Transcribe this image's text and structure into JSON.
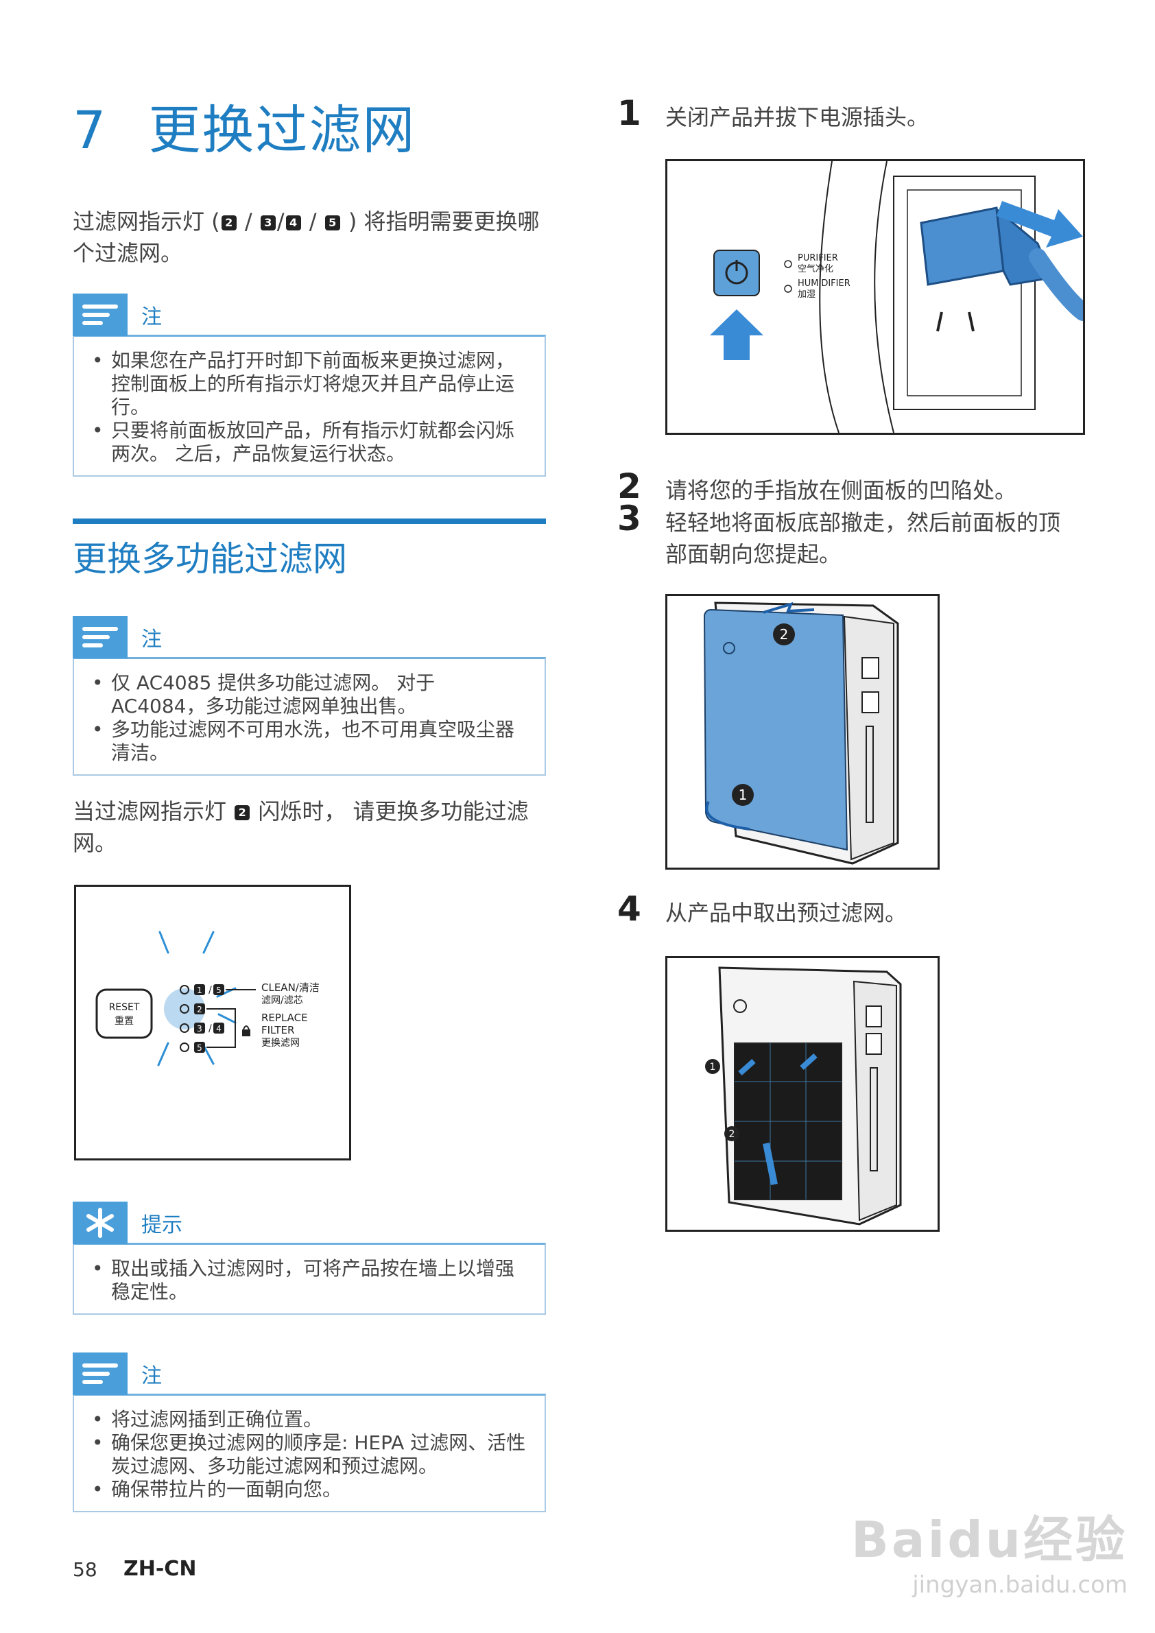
{
  "chapter": {
    "number": "7",
    "title": "更换过滤网"
  },
  "intro": {
    "prefix": "过滤网指示灯 (",
    "leds": [
      "2",
      "3",
      "4",
      "5"
    ],
    "suffix": ") 将指明需要更换哪个过滤网。"
  },
  "note1": {
    "label": "注",
    "items": [
      "如果您在产品打开时卸下前面板来更换过滤网，控制面板上的所有指示灯将熄灭并且产品停止运行。",
      "只要将前面板放回产品，所有指示灯就都会闪烁两次。 之后，产品恢复运行状态。"
    ]
  },
  "section": {
    "title": "更换多功能过滤网"
  },
  "note2": {
    "label": "注",
    "items": [
      "仅 AC4085 提供多功能过滤网。 对于 AC4084，多功能过滤网单独出售。",
      "多功能过滤网不可用水洗，也不可用真空吸尘器清洁。"
    ]
  },
  "blink_para": {
    "prefix": "当过滤网指示灯",
    "led": "2",
    "suffix": "闪烁时， 请更换多功能过滤网。"
  },
  "panel_figure": {
    "reset_label": "RESET",
    "reset_label_cn": "重置",
    "clean_label": "CLEAN/清洁",
    "clean_label_cn": "滤网/滤芯",
    "replace_label": "REPLACE",
    "filter_label": "FILTER",
    "replace_label_cn": "更换滤网",
    "led_1": "1",
    "led_5": "5",
    "led_2": "2",
    "led_3": "3",
    "led_4": "4"
  },
  "tip": {
    "label": "提示",
    "items": [
      "取出或插入过滤网时，可将产品按在墙上以增强稳定性。"
    ]
  },
  "note3": {
    "label": "注",
    "items": [
      "将过滤网插到正确位置。",
      "确保您更换过滤网的顺序是: HEPA 过滤网、活性炭过滤网、多功能过滤网和预过滤网。",
      "确保带拉片的一面朝向您。"
    ]
  },
  "steps": [
    {
      "num": "1",
      "text": "关闭产品并拔下电源插头。"
    },
    {
      "num": "2",
      "text": "请将您的手指放在侧面板的凹陷处。"
    },
    {
      "num": "3",
      "text": "轻轻地将面板底部撤走，然后前面板的顶部面朝向您提起。"
    },
    {
      "num": "4",
      "text": "从产品中取出预过滤网。"
    }
  ],
  "plug_figure": {
    "purifier_label": "PURIFIER",
    "purifier_label_cn": "空气净化",
    "humidifier_label": "HUMIDIFIER",
    "humidifier_label_cn": "加湿"
  },
  "panel_removal_figure": {
    "callout_1": "1",
    "callout_2": "2"
  },
  "prefilter_figure": {
    "callout_1": "1",
    "callout_2": "2"
  },
  "footer": {
    "page": "58",
    "lang": "ZH-CN"
  },
  "watermark": {
    "line1": "Baidu经验",
    "line2": "jingyan.baidu.com"
  },
  "colors": {
    "accent": "#1f7ec2",
    "icon_bg": "#4a9fdb",
    "note_border": "#a9c9e4",
    "figure_blue": "#6aa4d8"
  }
}
